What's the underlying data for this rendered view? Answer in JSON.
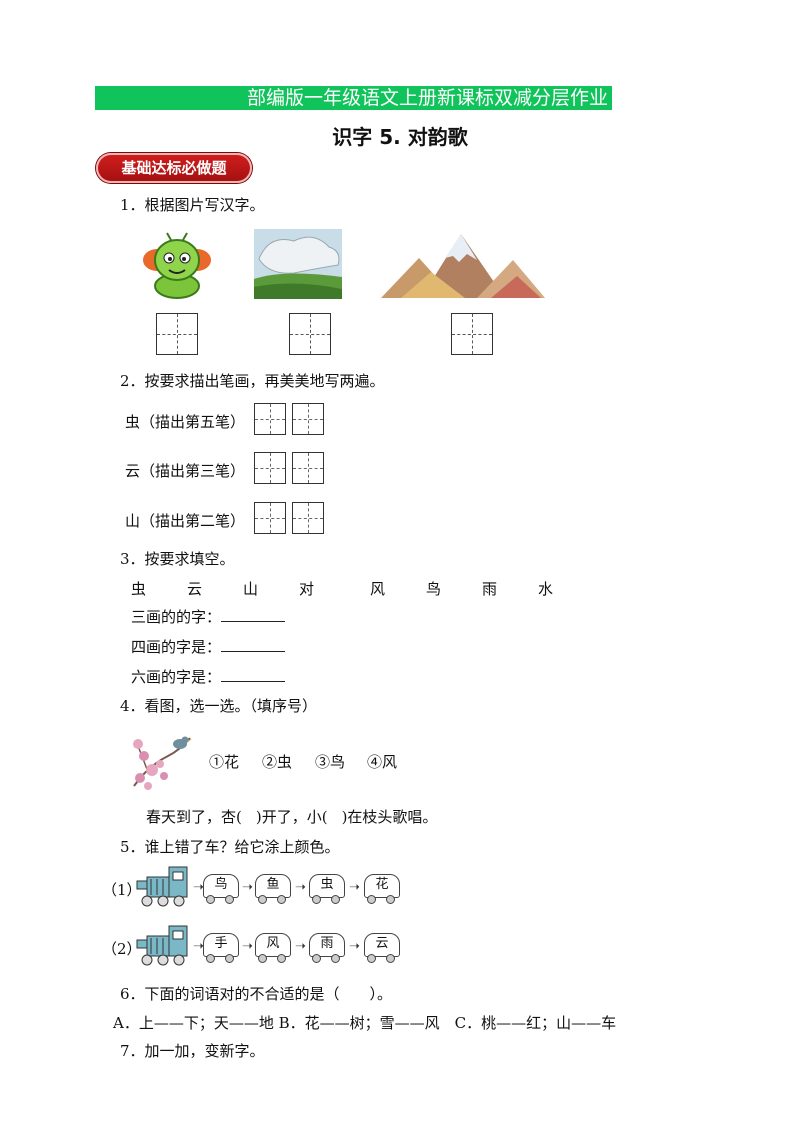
{
  "header": {
    "banner": "部编版一年级语文上册新课标双减分层作业",
    "title": "识字 5. 对韵歌",
    "section_badge": "基础达标必做题"
  },
  "q1": {
    "text": "1．根据图片写汉字。",
    "images": [
      "caterpillar-image",
      "cloud-image",
      "mountain-image"
    ]
  },
  "q2": {
    "text": "2．按要求描出笔画，再美美地写两遍。",
    "rows": [
      {
        "label": "虫（描出第五笔）"
      },
      {
        "label": "云（描出第三笔）"
      },
      {
        "label": "山（描出第二笔）"
      }
    ]
  },
  "q3": {
    "text": "3．按要求填空。",
    "chars": [
      "虫",
      "云",
      "山",
      "对",
      "风",
      "鸟",
      "雨",
      "水"
    ],
    "lines": [
      "三画的的字：",
      "四画的字是：",
      "六画的字是："
    ]
  },
  "q4": {
    "text": "4．看图，选一选。（填序号）",
    "options": [
      "①花",
      "②虫",
      "③鸟",
      "④风"
    ],
    "sentence": {
      "p1": "春天到了，杏(",
      "p2": ")开了，小(",
      "p3": ")在枝头歌唱。"
    }
  },
  "q5": {
    "text": "5．谁上错了车？给它涂上颜色。",
    "trains": [
      {
        "label": "（1）",
        "cars": [
          "鸟",
          "鱼",
          "虫",
          "花"
        ]
      },
      {
        "label": "（2）",
        "cars": [
          "手",
          "风",
          "雨",
          "云"
        ]
      }
    ]
  },
  "q6": {
    "text": "6．下面的词语对的不合适的是（　　）。",
    "options": "A．上——下；天——地 B．花——树；雪——风　C．桃——红；山——车"
  },
  "q7": {
    "text": "7．加一加，变新字。"
  }
}
